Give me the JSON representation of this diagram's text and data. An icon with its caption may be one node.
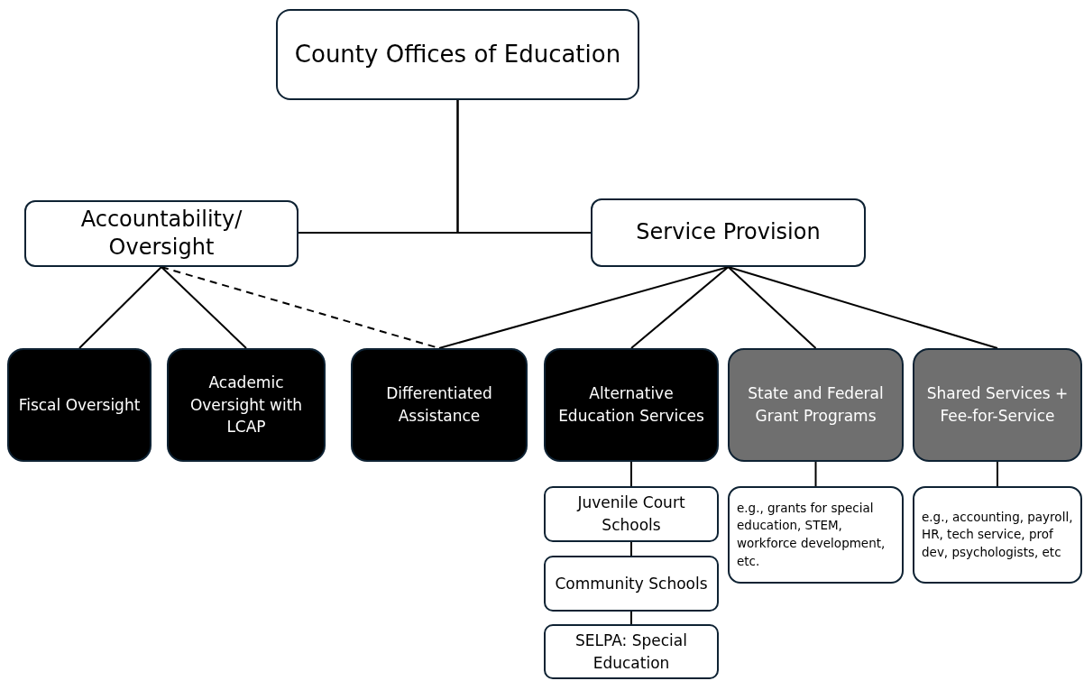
{
  "diagram": {
    "nodes": [
      {
        "text": [
          "County Offices of Education"
        ]
      },
      {
        "text": [
          "Accountability/ Oversight"
        ]
      },
      {
        "text": [
          "Service Provision"
        ]
      },
      {
        "text": [
          "Fiscal Oversight"
        ]
      },
      {
        "text": [
          "Academic Oversight with LCAP"
        ]
      },
      {
        "text": [
          "Differentiated Assistance"
        ]
      },
      {
        "text": [
          "Alternative Education Services"
        ]
      },
      {
        "text": [
          "State and Federal Grant Programs"
        ]
      },
      {
        "text": [
          "Shared Services + Fee-for-Service"
        ]
      },
      {
        "text": [
          "Juvenile Court Schools"
        ]
      },
      {
        "text": [
          "Community Schools"
        ]
      },
      {
        "text": [
          "SELPA: Special Education"
        ]
      },
      {
        "text": [
          "e.g., grants for special education, STEM, workforce development, etc."
        ]
      },
      {
        "text": [
          "e.g., accounting, payroll, HR, tech service, prof dev, psychologists, etc"
        ]
      }
    ],
    "edges": [
      {
        "from": 0,
        "to": 1,
        "arrow": "none"
      },
      {
        "from": 0,
        "to": 2,
        "arrow": "none"
      },
      {
        "from": 1,
        "to": 3,
        "arrow": "none"
      },
      {
        "from": 1,
        "to": 4,
        "arrow": "none"
      },
      {
        "from": 1,
        "to": 5,
        "arrow": "none",
        "style": "dashed"
      },
      {
        "from": 2,
        "to": 5,
        "arrow": "none"
      },
      {
        "from": 2,
        "to": 6,
        "arrow": "none"
      },
      {
        "from": 2,
        "to": 7,
        "arrow": "none"
      },
      {
        "from": 2,
        "to": 8,
        "arrow": "none"
      },
      {
        "from": 6,
        "to": 9,
        "arrow": "none"
      },
      {
        "from": 9,
        "to": 10,
        "arrow": "none"
      },
      {
        "from": 10,
        "to": 11,
        "arrow": "none"
      },
      {
        "from": 7,
        "to": 12,
        "arrow": "none"
      },
      {
        "from": 8,
        "to": 13,
        "arrow": "none"
      }
    ]
  }
}
